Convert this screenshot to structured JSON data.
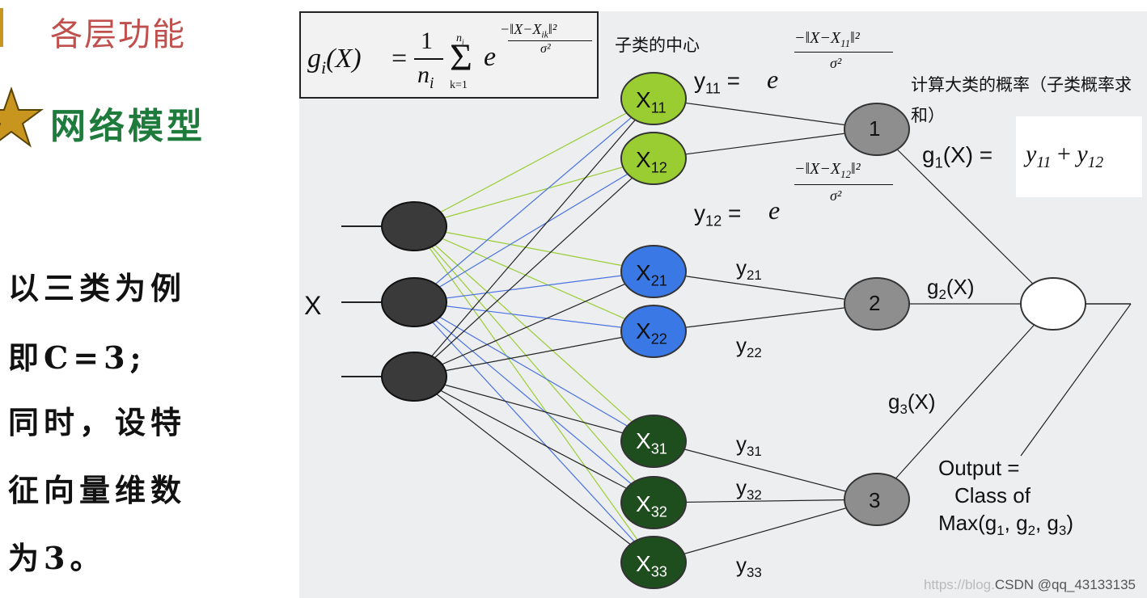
{
  "left": {
    "slide_title": "各层功能",
    "model_title": "网络模型",
    "note_lines": [
      "以三类为例",
      "即C=3;",
      "同时，设特",
      "征向量维数",
      "为3。"
    ],
    "colors": {
      "title": "#c0504d",
      "model": "#1e7b3c",
      "star": "#c8961e",
      "accent": "#c8961e"
    }
  },
  "diagram": {
    "formula": {
      "g": "g",
      "i": "i",
      "X": "X",
      "eq": "=",
      "one": "1",
      "n": "n",
      "sigma": "Σ",
      "k1": "k=1",
      "ni": "n",
      "e": "e",
      "exp_num": "‖X−X",
      "exp_ik": "ik",
      "exp_sq": "‖²",
      "exp_den": "σ²"
    },
    "subclass_center_label": "子类的中心",
    "class_prob_label": "计算大类的概率（子类概率求和）",
    "input_label": "X",
    "y11": {
      "y": "y",
      "sub": "11",
      "eq": "=",
      "e": "e",
      "num": "‖X−X",
      "num_sub": "11",
      "sq": "‖²",
      "den": "σ²"
    },
    "y12": {
      "y": "y",
      "sub": "12",
      "eq": "=",
      "e": "e",
      "num": "‖X−X",
      "num_sub": "12",
      "sq": "‖²",
      "den": "σ²"
    },
    "g1_sum": {
      "g": "g",
      "sub": "1",
      "arg": "(X) =",
      "y1": "y",
      "y1sub": "11",
      "plus": "+",
      "y2": "y",
      "y2sub": "12"
    },
    "pattern_nodes": [
      {
        "x": "X",
        "sub": "11"
      },
      {
        "x": "X",
        "sub": "12"
      },
      {
        "x": "X",
        "sub": "21"
      },
      {
        "x": "X",
        "sub": "22"
      },
      {
        "x": "X",
        "sub": "31"
      },
      {
        "x": "X",
        "sub": "32"
      },
      {
        "x": "X",
        "sub": "33"
      }
    ],
    "sum_nodes": [
      "1",
      "2",
      "3"
    ],
    "y_labels": [
      {
        "y": "y",
        "sub": "21"
      },
      {
        "y": "y",
        "sub": "22"
      },
      {
        "y": "y",
        "sub": "31"
      },
      {
        "y": "y",
        "sub": "32"
      },
      {
        "y": "y",
        "sub": "33"
      }
    ],
    "g2": {
      "g": "g",
      "sub": "2",
      "arg": "(X)"
    },
    "g3": {
      "g": "g",
      "sub": "3",
      "arg": "(X)"
    },
    "output": {
      "line1": "Output =",
      "line2": "Class of",
      "line3_pre": "Max(g",
      "s1": "1",
      "c1": ", g",
      "s2": "2",
      "c2": ", g",
      "s3": "3",
      "close": ")"
    },
    "colors": {
      "bg": "#eceef0",
      "input_node": "#3a3a3a",
      "class1": "#9acd32",
      "class2": "#3a78e6",
      "class3": "#1e4d1e",
      "sum_node": "#8e8e8e",
      "edge": "#222222",
      "edge_green": "#9acd32",
      "edge_blue": "#4a72e0"
    }
  },
  "watermark": {
    "faint": "https://blog.",
    "main": "CSDN @qq_43133135"
  }
}
